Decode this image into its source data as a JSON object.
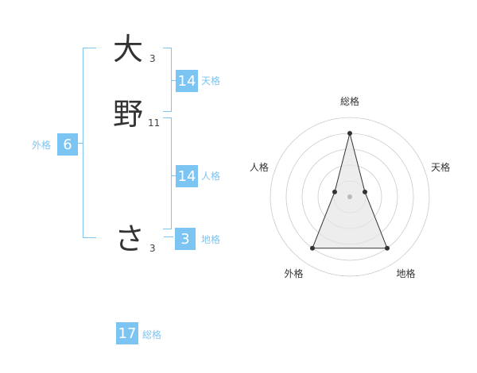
{
  "name": {
    "chars": [
      {
        "char": "大",
        "strokes": "3"
      },
      {
        "char": "野",
        "strokes": "11"
      },
      {
        "char": "さ",
        "strokes": "3"
      }
    ]
  },
  "kaku": {
    "tenkaku": {
      "value": "14",
      "label": "天格"
    },
    "jinkaku": {
      "value": "14",
      "label": "人格"
    },
    "chikaku": {
      "value": "3",
      "label": "地格"
    },
    "gaikaku": {
      "value": "6",
      "label": "外格"
    },
    "soukaku": {
      "value": "17",
      "label": "総格"
    }
  },
  "chart_data": {
    "type": "radar",
    "axes": [
      "総格",
      "天格",
      "地格",
      "外格",
      "人格"
    ],
    "values": [
      4,
      1,
      4,
      4,
      1
    ],
    "max": 5,
    "rings": 5
  },
  "colors": {
    "accent": "#7cc4f2",
    "text": "#333333",
    "ring": "#cccccc",
    "fill": "#e6e6e6"
  }
}
